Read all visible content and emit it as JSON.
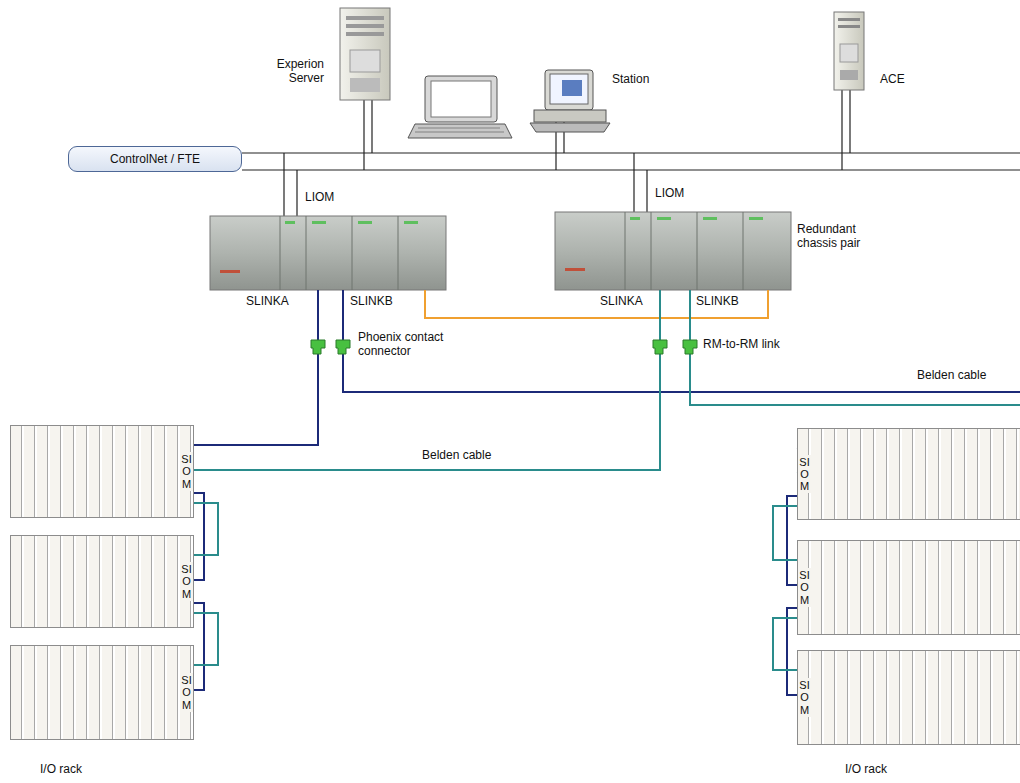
{
  "diagram": {
    "nodes": [
      {
        "text": [
          "ControlNet / FTE"
        ]
      },
      {
        "text": [
          "SIOM"
        ]
      },
      {
        "text": [
          "SIOM"
        ]
      },
      {
        "text": [
          "SIOM"
        ]
      },
      {
        "text": [
          "SIOM"
        ]
      },
      {
        "text": [
          "SIOM"
        ]
      },
      {
        "text": [
          "SIOM"
        ]
      }
    ],
    "edges": [
      {
        "from": 1,
        "to": 2,
        "arrow": "none"
      },
      {
        "from": 1,
        "to": 2,
        "arrow": "none"
      },
      {
        "from": 2,
        "to": 3,
        "arrow": "none"
      },
      {
        "from": 2,
        "to": 3,
        "arrow": "none"
      },
      {
        "from": 4,
        "to": 5,
        "arrow": "none"
      },
      {
        "from": 4,
        "to": 5,
        "arrow": "none"
      },
      {
        "from": 5,
        "to": 6,
        "arrow": "none"
      },
      {
        "from": 5,
        "to": 6,
        "arrow": "none"
      }
    ],
    "labels": [
      "Experion Server",
      "Station",
      "ACE",
      "LIOM",
      "LIOM",
      "Redundant chassis pair",
      "SLINKA",
      "SLINKB",
      "SLINKA",
      "SLINKB",
      "Phoenix contact connector",
      "RM-to-RM link",
      "Belden cable",
      "Belden cable",
      "I/O rack",
      "I/O rack"
    ]
  }
}
